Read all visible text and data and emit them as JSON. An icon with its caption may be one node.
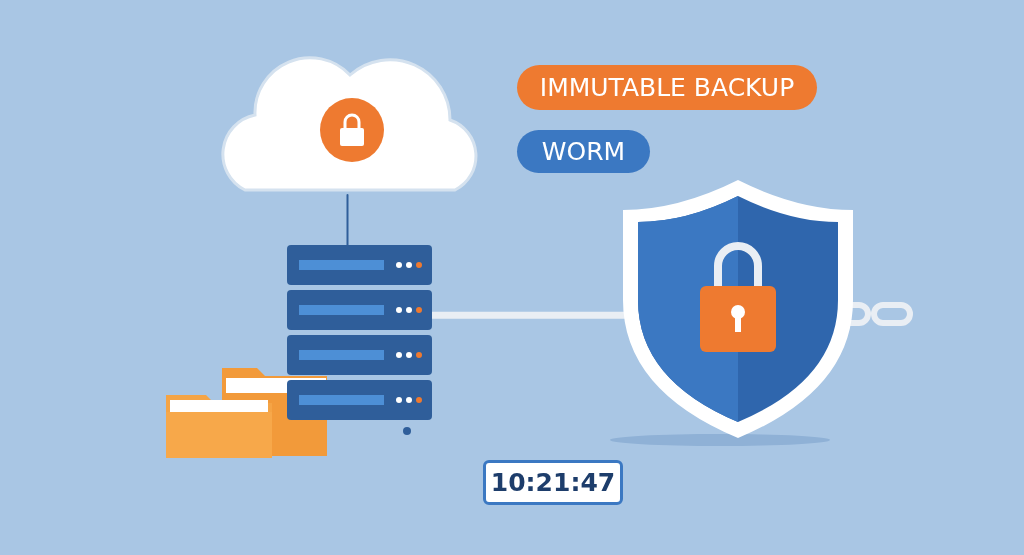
{
  "diagram": {
    "nodes": [
      {
        "text": [],
        "shape": "cloud"
      },
      {
        "text": [],
        "shape": "picture"
      },
      {
        "text": [],
        "shape": "picture"
      },
      {
        "text": [
          "IMMUTABLE BACKUP"
        ]
      },
      {
        "text": [
          "WORM"
        ]
      },
      {
        "text": [
          "10:21:47"
        ]
      }
    ],
    "edges": [
      {
        "from": 0,
        "to": 1,
        "arrow": "none"
      },
      {
        "from": 1,
        "to": 2,
        "arrow": "none",
        "style": "thick",
        "color": "#e9eef4"
      }
    ]
  }
}
